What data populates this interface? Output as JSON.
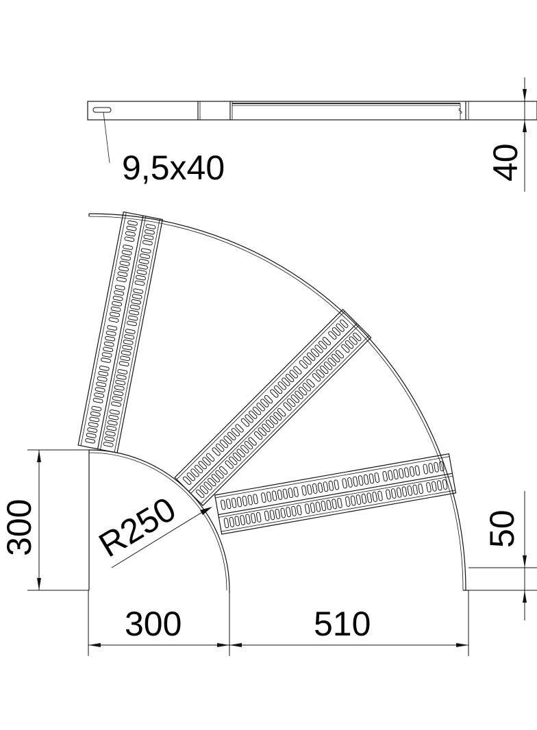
{
  "drawing": {
    "subject": "Cable ladder 90° horizontal bend - technical drawing",
    "side_view": {
      "slot_label": "9,5x40",
      "height_label": "40"
    },
    "plan_view": {
      "radius_label": "R250",
      "inner_width_label": "300",
      "inner_height_label": "300",
      "outer_width_label": "510",
      "end_offset_label": "50"
    },
    "colors": {
      "line": "#111111",
      "background": "#ffffff"
    }
  }
}
